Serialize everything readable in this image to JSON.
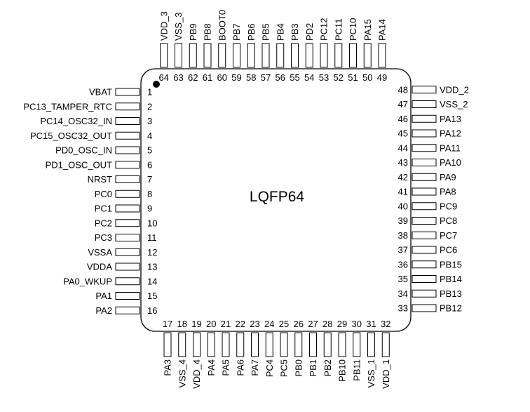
{
  "chip": {
    "label": "LQFP64"
  },
  "pins": {
    "left": [
      {
        "num": "1",
        "name": "VBAT"
      },
      {
        "num": "2",
        "name": "PC13_TAMPER_RTC"
      },
      {
        "num": "3",
        "name": "PC14_OSC32_IN"
      },
      {
        "num": "4",
        "name": "PC15_OSC32_OUT"
      },
      {
        "num": "5",
        "name": "PD0_OSC_IN"
      },
      {
        "num": "6",
        "name": "PD1_OSC_OUT"
      },
      {
        "num": "7",
        "name": "NRST"
      },
      {
        "num": "8",
        "name": "PC0"
      },
      {
        "num": "9",
        "name": "PC1"
      },
      {
        "num": "10",
        "name": "PC2"
      },
      {
        "num": "11",
        "name": "PC3"
      },
      {
        "num": "12",
        "name": "VSSA"
      },
      {
        "num": "13",
        "name": "VDDA"
      },
      {
        "num": "14",
        "name": "PA0_WKUP"
      },
      {
        "num": "15",
        "name": "PA1"
      },
      {
        "num": "16",
        "name": "PA2"
      }
    ],
    "bottom": [
      {
        "num": "17",
        "name": "PA3"
      },
      {
        "num": "18",
        "name": "VSS_4"
      },
      {
        "num": "19",
        "name": "VDD_4"
      },
      {
        "num": "20",
        "name": "PA4"
      },
      {
        "num": "21",
        "name": "PA5"
      },
      {
        "num": "22",
        "name": "PA6"
      },
      {
        "num": "23",
        "name": "PA7"
      },
      {
        "num": "24",
        "name": "PC4"
      },
      {
        "num": "25",
        "name": "PC5"
      },
      {
        "num": "26",
        "name": "PB0"
      },
      {
        "num": "27",
        "name": "PB1"
      },
      {
        "num": "28",
        "name": "PB2"
      },
      {
        "num": "29",
        "name": "PB10"
      },
      {
        "num": "30",
        "name": "PB11"
      },
      {
        "num": "31",
        "name": "VSS_1"
      },
      {
        "num": "32",
        "name": "VDD_1"
      }
    ],
    "right": [
      {
        "num": "33",
        "name": "PB12"
      },
      {
        "num": "34",
        "name": "PB13"
      },
      {
        "num": "35",
        "name": "PB14"
      },
      {
        "num": "36",
        "name": "PB15"
      },
      {
        "num": "37",
        "name": "PC6"
      },
      {
        "num": "38",
        "name": "PC7"
      },
      {
        "num": "39",
        "name": "PC8"
      },
      {
        "num": "40",
        "name": "PC9"
      },
      {
        "num": "41",
        "name": "PA8"
      },
      {
        "num": "42",
        "name": "PA9"
      },
      {
        "num": "43",
        "name": "PA10"
      },
      {
        "num": "44",
        "name": "PA11"
      },
      {
        "num": "45",
        "name": "PA12"
      },
      {
        "num": "46",
        "name": "PA13"
      },
      {
        "num": "47",
        "name": "VSS_2"
      },
      {
        "num": "48",
        "name": "VDD_2"
      }
    ],
    "top": [
      {
        "num": "49",
        "name": "PA14"
      },
      {
        "num": "50",
        "name": "PA15"
      },
      {
        "num": "51",
        "name": "PC10"
      },
      {
        "num": "52",
        "name": "PC11"
      },
      {
        "num": "53",
        "name": "PC12"
      },
      {
        "num": "54",
        "name": "PD2"
      },
      {
        "num": "55",
        "name": "PB3"
      },
      {
        "num": "56",
        "name": "PB4"
      },
      {
        "num": "57",
        "name": "PB5"
      },
      {
        "num": "58",
        "name": "PB6"
      },
      {
        "num": "59",
        "name": "PB7"
      },
      {
        "num": "60",
        "name": "BOOT0"
      },
      {
        "num": "61",
        "name": "PB8"
      },
      {
        "num": "62",
        "name": "PB9"
      },
      {
        "num": "63",
        "name": "VSS_3"
      },
      {
        "num": "64",
        "name": "VDD_3"
      }
    ]
  }
}
